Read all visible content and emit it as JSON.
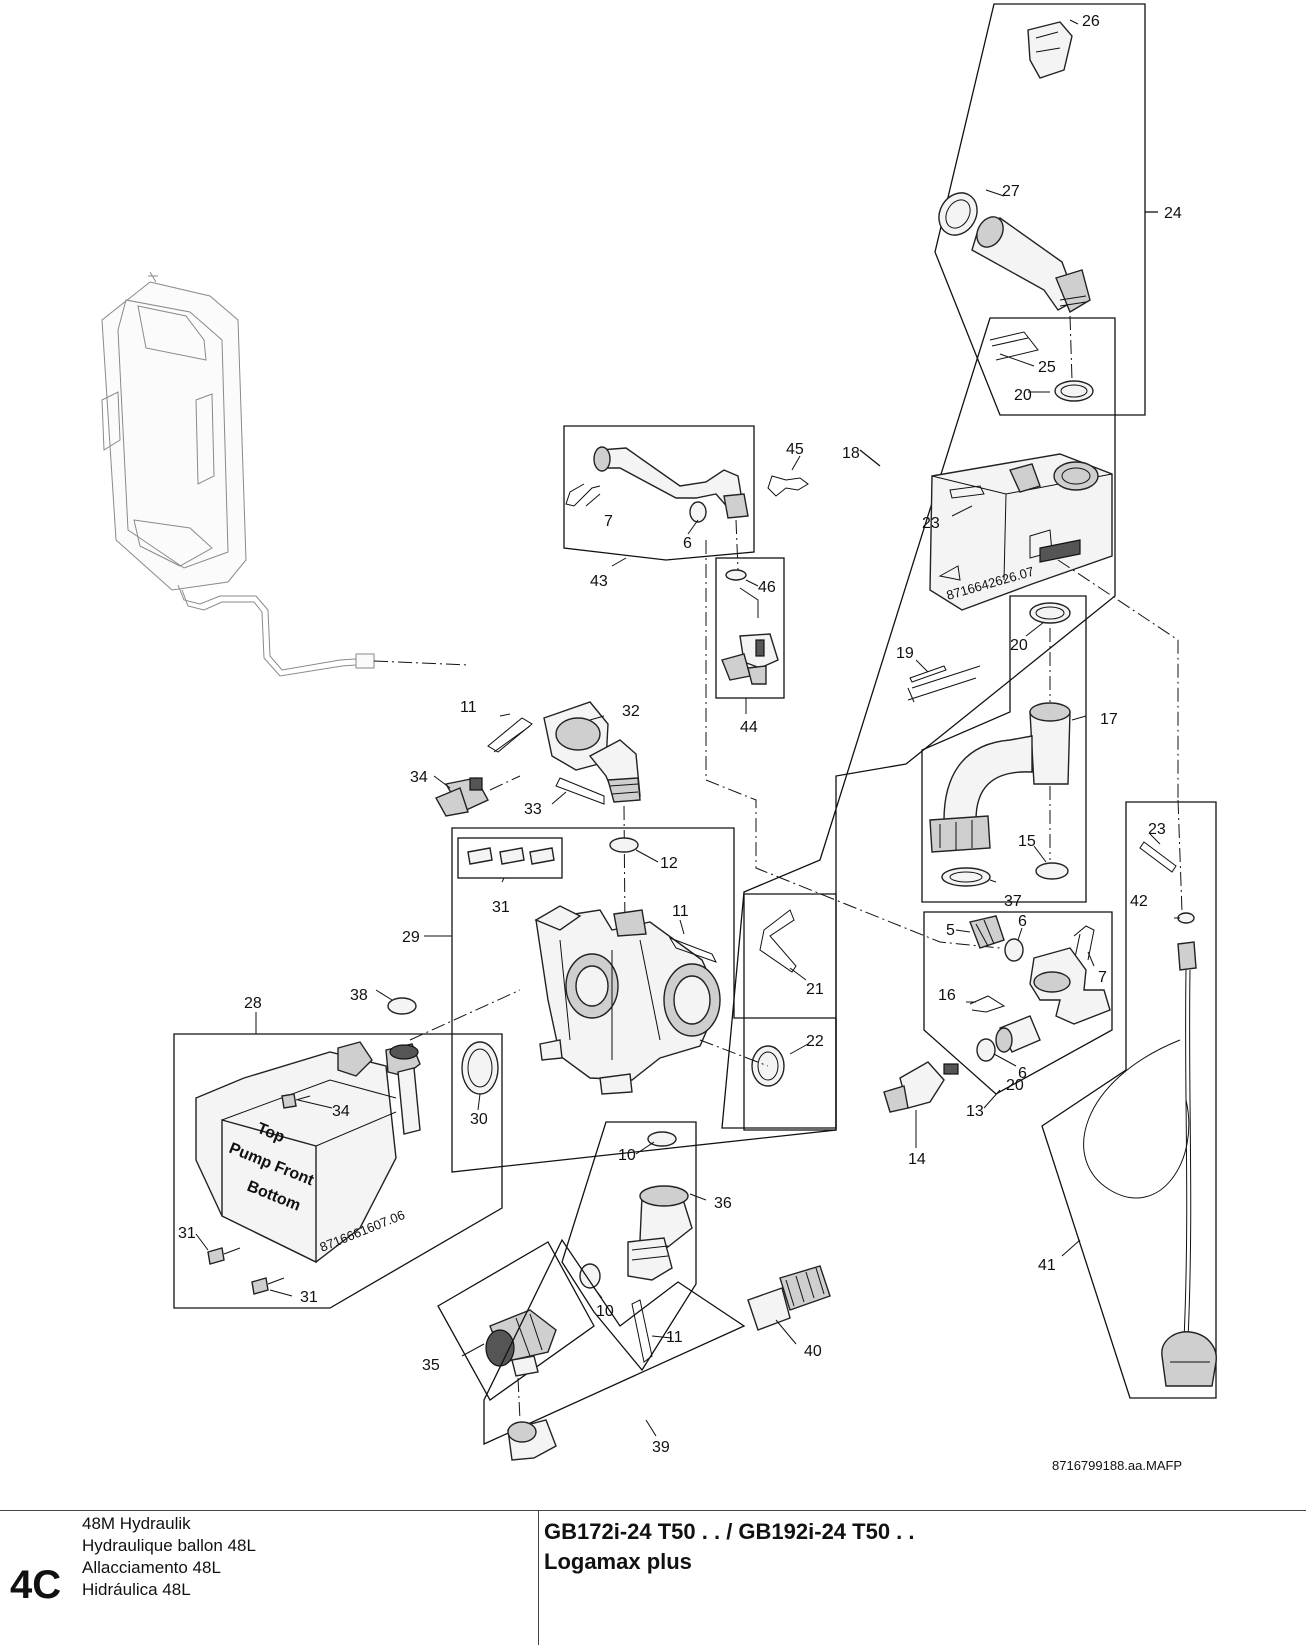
{
  "diagram": {
    "drawing_ref": "8716799188.aa.MAFP",
    "callouts": [
      "5",
      "6",
      "6",
      "6",
      "7",
      "7",
      "10",
      "10",
      "11",
      "11",
      "11",
      "12",
      "13",
      "14",
      "15",
      "16",
      "17",
      "18",
      "19",
      "20",
      "20",
      "20",
      "21",
      "22",
      "23",
      "23",
      "24",
      "25",
      "26",
      "27",
      "28",
      "29",
      "30",
      "31",
      "31",
      "31",
      "32",
      "33",
      "34",
      "34",
      "35",
      "36",
      "37",
      "38",
      "39",
      "40",
      "41",
      "42",
      "43",
      "44",
      "45",
      "46"
    ],
    "pump_label": {
      "line1": "Top",
      "line2": "Pump Front",
      "line3": "Bottom",
      "code": "8716661607.06"
    },
    "valve_body_code": "8716642626.07"
  },
  "footer": {
    "page_number": "4C",
    "section_titles": [
      "48M Hydraulik",
      "Hydraulique ballon 48L",
      "Allacciamento 48L",
      "Hidráulica 48L"
    ],
    "model": "GB172i-24 T50 . . / GB192i-24 T50 . .",
    "product": "Logamax plus"
  }
}
